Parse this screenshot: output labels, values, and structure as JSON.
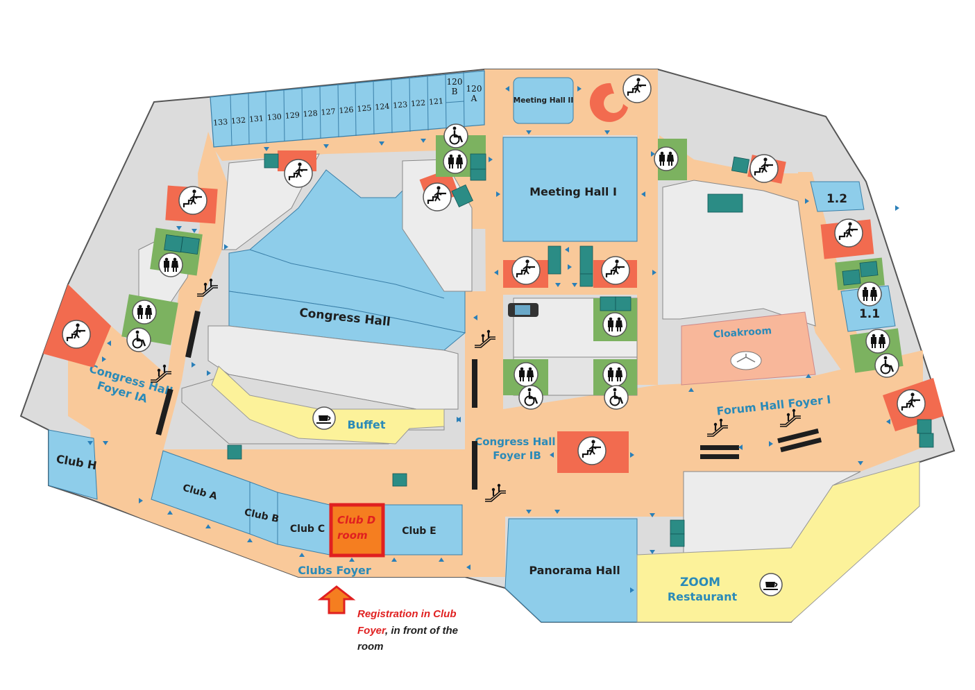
{
  "rooms": {
    "club_rooms": [
      "133",
      "132",
      "131",
      "130",
      "129",
      "128",
      "127",
      "126",
      "125",
      "124",
      "123",
      "122",
      "121"
    ],
    "room_120b": "120\nB",
    "room_120a": "120\nA",
    "meeting_hall_2": "Meeting Hall II",
    "meeting_hall_1": "Meeting Hall I",
    "congress_hall": "Congress Hall",
    "congress_foyer_ia": "Congress Hall\nFoyer IA",
    "club_h": "Club H",
    "buffet": "Buffet",
    "congress_foyer_ib": "Congress Hall\nFoyer IB",
    "club_a": "Club A",
    "club_b": "Club B",
    "club_c": "Club C",
    "club_d": "Club D\nroom",
    "club_e": "Club E",
    "clubs_foyer": "Clubs Foyer",
    "panorama_hall": "Panorama Hall",
    "zoom_restaurant": "ZOOM\nRestaurant",
    "forum_foyer": "Forum Hall Foyer I",
    "cloakroom": "Cloakroom",
    "room_1_2": "1.2",
    "room_1_1": "1.1"
  },
  "annotation": {
    "line1": "Registration in Club",
    "line2_red": "Foyer",
    "line2_black": ", in front of the",
    "line3": "room"
  },
  "colors": {
    "corridor": "#f9c99a",
    "hall_blue": "#8ecdea",
    "grey_area": "#dcdcdc",
    "stair_red": "#f26b4f",
    "wc_green": "#7cb260",
    "buffet_yellow": "#fcf29a",
    "label_blue": "#2a8ab8",
    "highlight_red": "#e02020",
    "highlight_orange": "#f57e20",
    "elevator_teal": "#2b8c85"
  },
  "icons": [
    "escalator-icon",
    "stairs-icon",
    "restroom-icon",
    "wheelchair-icon",
    "cafe-icon",
    "cloakroom-hanger-icon",
    "elevator-icon",
    "car-icon",
    "arrow-up-icon",
    "door-marker-icon"
  ]
}
